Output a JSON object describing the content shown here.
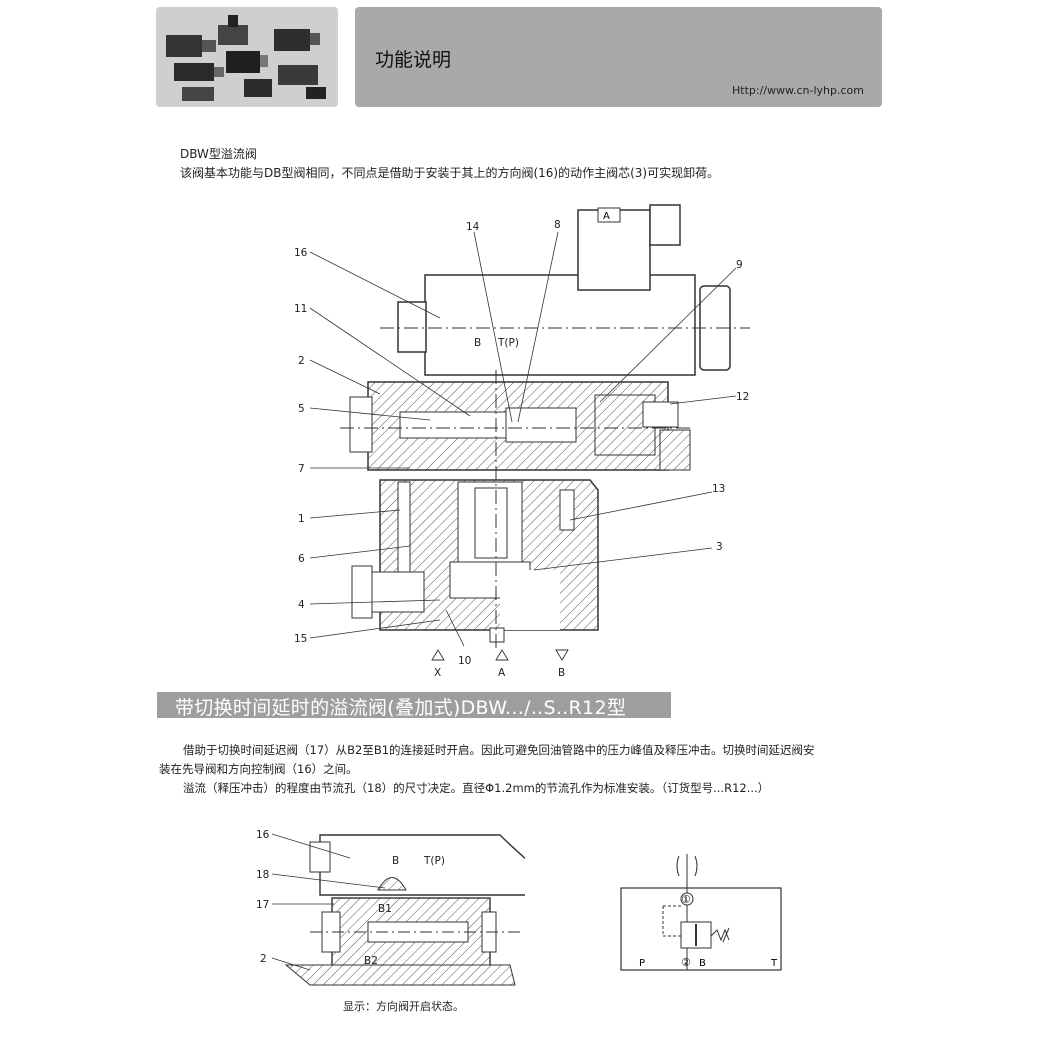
{
  "header": {
    "title": "功能说明",
    "url": "Http://www.cn-lyhp.com"
  },
  "section1": {
    "title": "DBW型溢流阀",
    "description": "该阀基本功能与DB型阀相同，不同点是借助于安装于其上的方向阀(16)的动作主阀芯(3)可实现卸荷。",
    "diagram_labels": {
      "solenoid_tag": "A",
      "callouts": [
        "16",
        "11",
        "2",
        "5",
        "7",
        "1",
        "6",
        "4",
        "15",
        "14",
        "8",
        "9",
        "12",
        "13",
        "3",
        "10"
      ],
      "port_b": "B",
      "port_tp": "T(P)",
      "bottom_ports": [
        "X",
        "A",
        "B"
      ]
    }
  },
  "section2": {
    "banner": "带切换时间延时的溢流阀(叠加式)DBW.../..S..R12型",
    "para1_line1": "借助于切换时间延迟阀（17）从B2至B1的连接延时开启。因此可避免回油管路中的压力峰值及释压冲击。切换时间延迟阀安",
    "para1_line2": "装在先导阀和方向控制阀（16）之间。",
    "para2": "溢流（释压冲击）的程度由节流孔（18）的尺寸决定。直径Φ1.2mm的节流孔作为标准安装。（订货型号...R12...）",
    "diagram_labels": {
      "callouts": [
        "16",
        "18",
        "17",
        "2"
      ],
      "port_b": "B",
      "port_tp": "T(P)",
      "b1": "B1",
      "b2": "B2"
    },
    "caption": "显示：方向阀开启状态。",
    "symbol_labels": {
      "circle1": "①",
      "circle2": "②",
      "p": "P",
      "b": "B",
      "t": "T"
    }
  }
}
